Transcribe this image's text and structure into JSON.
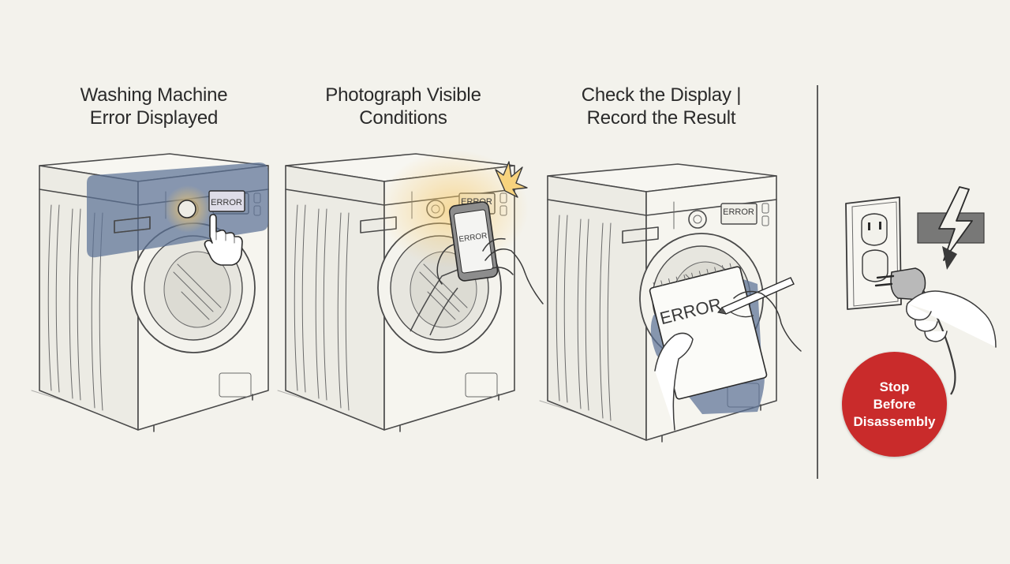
{
  "steps": [
    {
      "line1": "Washing Machine",
      "line2": "Error Displayed"
    },
    {
      "line1": "Photograph Visible",
      "line2": "Conditions"
    },
    {
      "line1": "Check the Display |",
      "line2": "Record the Result"
    }
  ],
  "display_text": "ERROR",
  "phone_text": "ERROR",
  "notepad_text": "ERROR",
  "warning": {
    "line1": "Stop",
    "line2": "Before",
    "line3": "Disassembly"
  },
  "colors": {
    "background": "#f3f2ec",
    "highlight_blue": "#5b7195",
    "glow_yellow": "#f5c96a",
    "stop_red": "#c92b2b"
  },
  "icons": [
    "pointing-hand-icon",
    "phone-camera-icon",
    "flash-burst-icon",
    "notepad-icon",
    "pencil-icon",
    "power-outlet-icon",
    "lightning-bolt-icon",
    "plug-icon"
  ]
}
